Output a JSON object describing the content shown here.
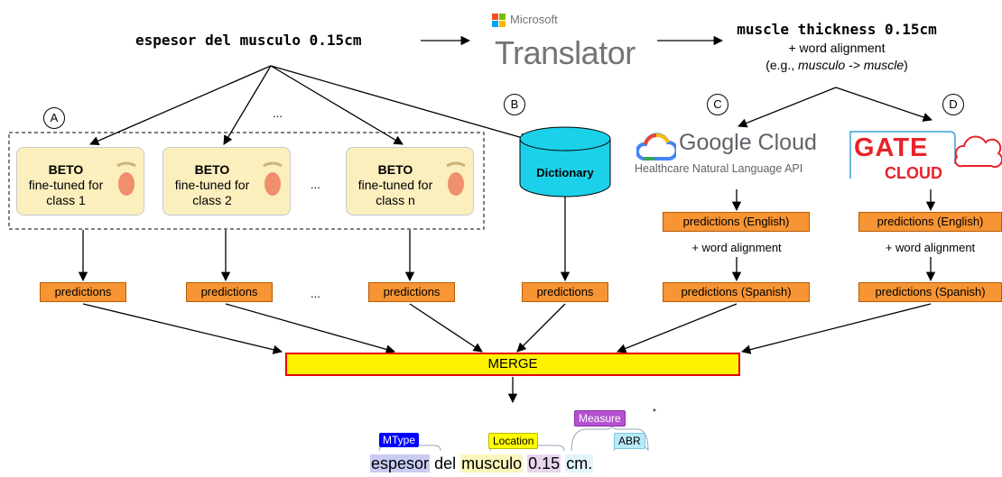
{
  "input": {
    "text": "espesor del musculo 0.15cm"
  },
  "translator": {
    "brand": "Microsoft",
    "product": "Translator"
  },
  "output": {
    "title": "muscle thickness 0.15cm",
    "line2": "+ word alignment",
    "line3_prefix": "(e.g., ",
    "line3_italic": "musculo -> muscle",
    "line3_suffix": ")"
  },
  "markers": {
    "a": "A",
    "b": "B",
    "c": "C",
    "d": "D"
  },
  "ellipsis": "...",
  "beto_models": [
    {
      "title": "BETO",
      "line1": "fine-tuned for",
      "line2": "class 1"
    },
    {
      "title": "BETO",
      "line1": "fine-tuned for",
      "line2": "class 2"
    },
    {
      "title": "BETO",
      "line1": "fine-tuned for",
      "line2": "class n"
    }
  ],
  "dictionary": {
    "label": "Dictionary"
  },
  "google": {
    "name": "Google Cloud",
    "subtitle": "Healthcare Natural Language API"
  },
  "gate": {
    "name": "GATE",
    "sub": "CLOUD"
  },
  "predictions": {
    "label": "predictions",
    "english": "predictions (English)",
    "spanish": "predictions (Spanish)",
    "word_alignment": "+ word alignment"
  },
  "merge": {
    "label": "MERGE"
  },
  "annotation": {
    "words": [
      "espesor",
      "del",
      "musculo",
      "0.15",
      "cm."
    ],
    "tags": {
      "mtype": "MType",
      "location": "Location",
      "measure": "Measure",
      "abr": "ABR"
    },
    "measure_mark": "*"
  },
  "colors": {
    "beto_fill": "#fbefbe",
    "pred_fill": "#f79433",
    "merge_fill": "#fff200",
    "merge_border": "#e60000",
    "dictionary_fill": "#1bd1ea",
    "mtype": "#0000ff",
    "location": "#ffff00",
    "measure": "#b552d2",
    "abr": "#b9e9f7"
  }
}
